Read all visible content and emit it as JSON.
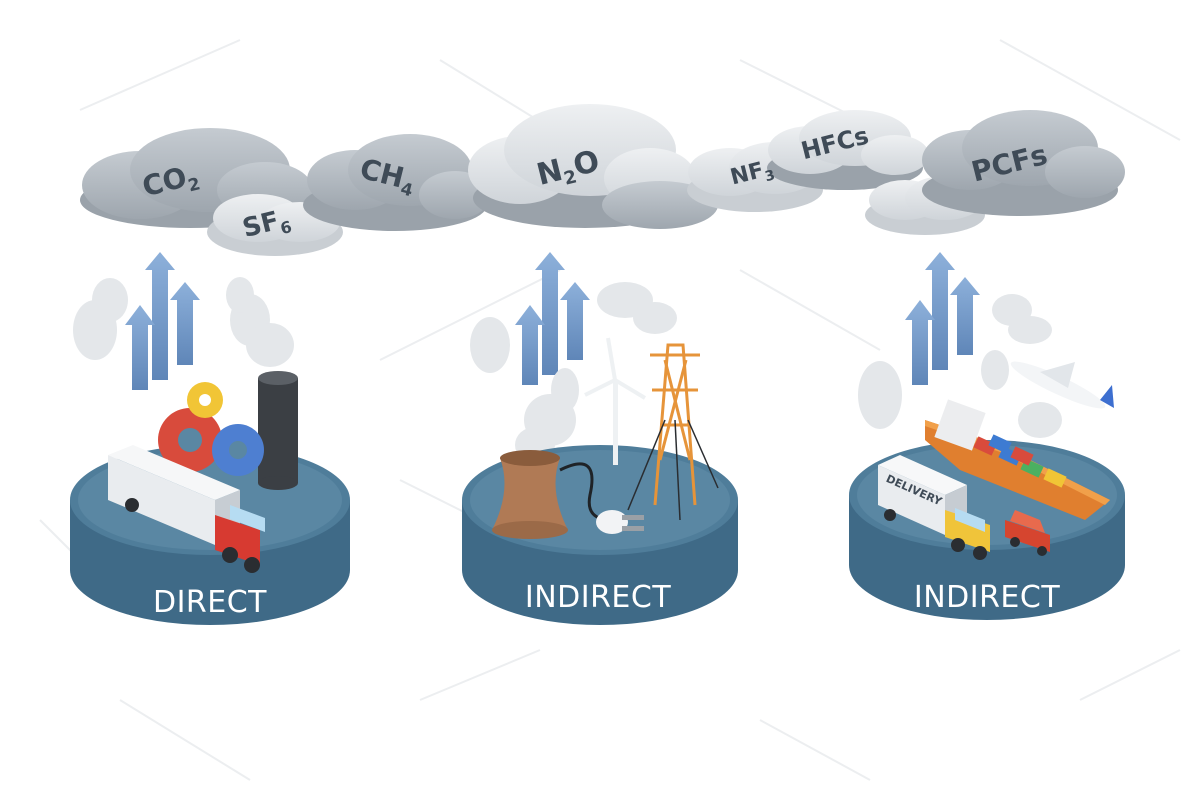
{
  "gases": [
    {
      "main": "CO",
      "sub": "2"
    },
    {
      "main": "SF",
      "sub": "6"
    },
    {
      "main": "CH",
      "sub": "4"
    },
    {
      "main": "N",
      "sub": "2",
      "after": "O"
    },
    {
      "main": "NF",
      "sub": "3"
    },
    {
      "main": "HFCs",
      "sub": ""
    },
    {
      "main": "PCFs",
      "sub": ""
    }
  ],
  "platforms": [
    {
      "label": "DIRECT"
    },
    {
      "label": "INDIRECT"
    },
    {
      "label": "INDIRECT"
    }
  ],
  "delivery_text": "DELIVERY",
  "colors": {
    "platform_top": "#4f7d9a",
    "platform_side": "#3f6a87",
    "cloud": "#b9c0c7",
    "cloud_light": "#dfe3e7",
    "arrow": "#6d97c4",
    "gas_text": "#3f4b57"
  }
}
